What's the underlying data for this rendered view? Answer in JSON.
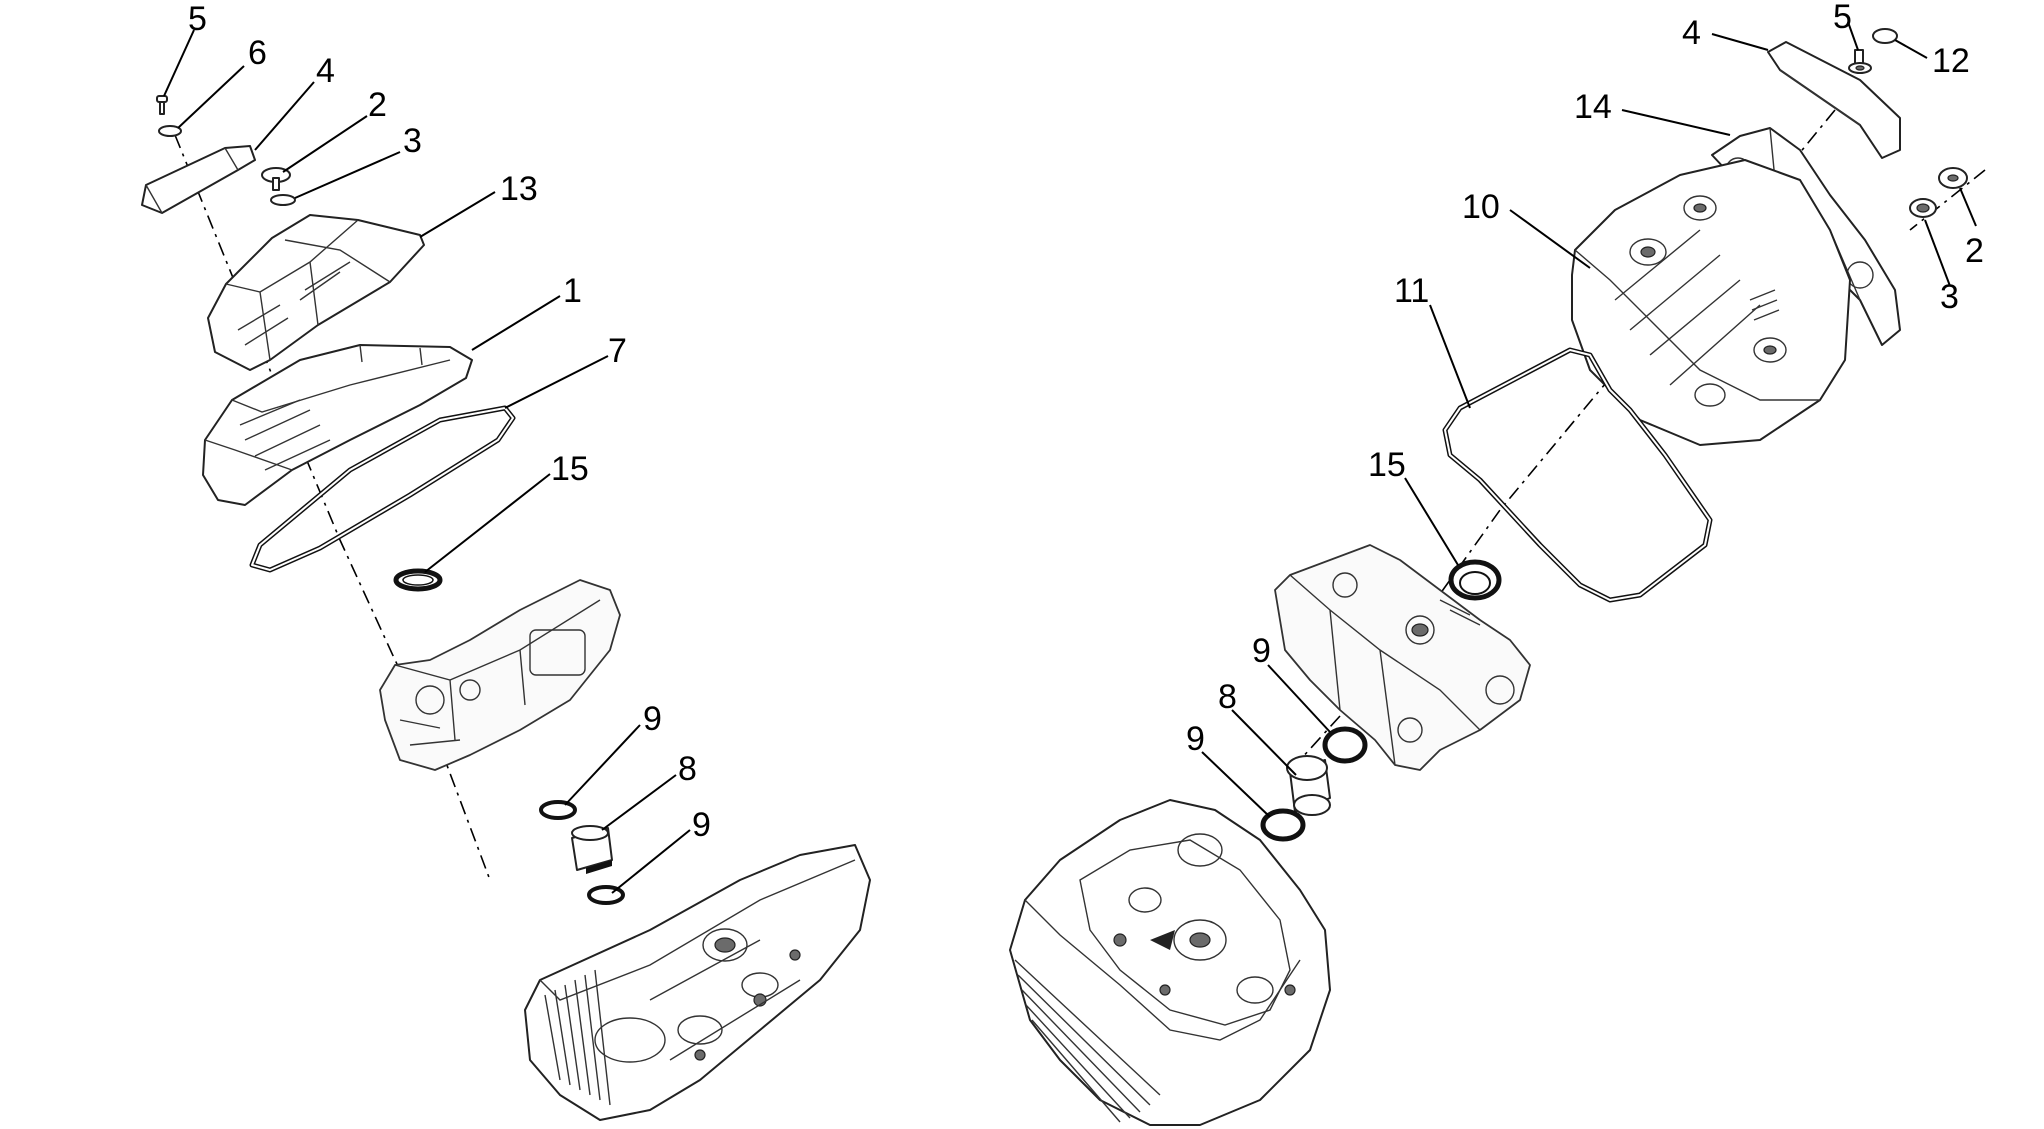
{
  "left_assembly": {
    "callouts": [
      {
        "id": "l5",
        "text": "5"
      },
      {
        "id": "l6",
        "text": "6"
      },
      {
        "id": "l4",
        "text": "4"
      },
      {
        "id": "l2",
        "text": "2"
      },
      {
        "id": "l3",
        "text": "3"
      },
      {
        "id": "l13",
        "text": "13"
      },
      {
        "id": "l1",
        "text": "1"
      },
      {
        "id": "l7",
        "text": "7"
      },
      {
        "id": "l15",
        "text": "15"
      },
      {
        "id": "l9a",
        "text": "9"
      },
      {
        "id": "l8",
        "text": "8"
      },
      {
        "id": "l9b",
        "text": "9"
      }
    ]
  },
  "right_assembly": {
    "callouts": [
      {
        "id": "r4",
        "text": "4"
      },
      {
        "id": "r5",
        "text": "5"
      },
      {
        "id": "r12",
        "text": "12"
      },
      {
        "id": "r14",
        "text": "14"
      },
      {
        "id": "r10",
        "text": "10"
      },
      {
        "id": "r2",
        "text": "2"
      },
      {
        "id": "r11",
        "text": "11"
      },
      {
        "id": "r3",
        "text": "3"
      },
      {
        "id": "r15",
        "text": "15"
      },
      {
        "id": "r9a",
        "text": "9"
      },
      {
        "id": "r8",
        "text": "8"
      },
      {
        "id": "r9b",
        "text": "9"
      }
    ]
  }
}
